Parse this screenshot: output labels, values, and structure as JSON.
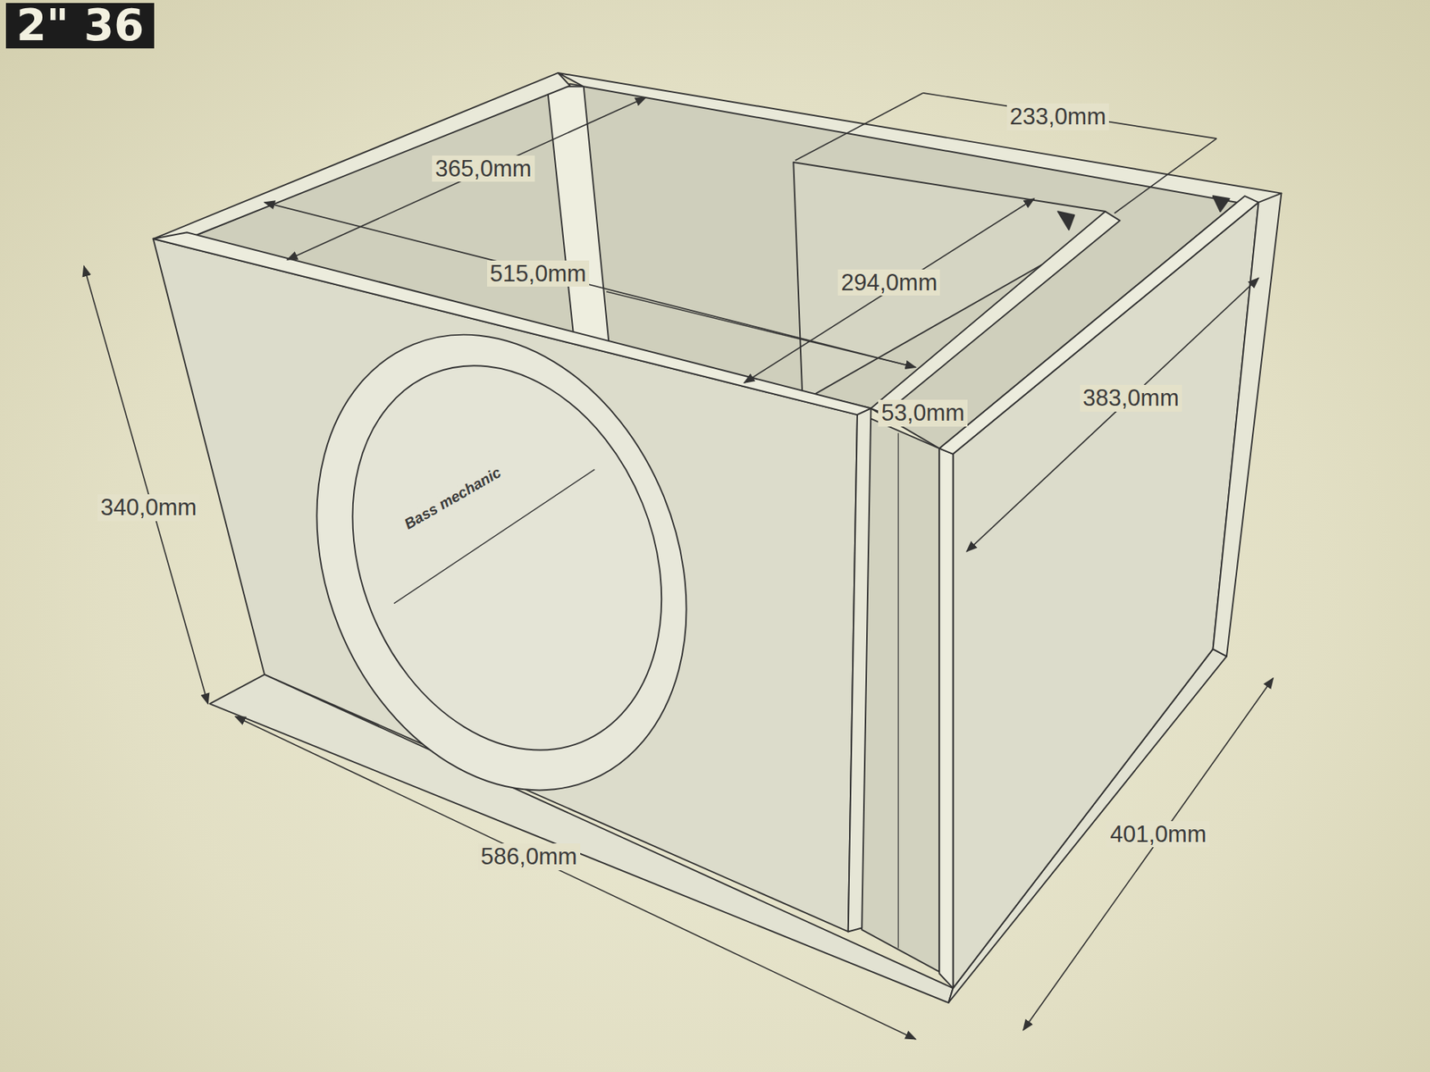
{
  "diagram": {
    "title": "2\" 36",
    "labels": [
      "233,0mm",
      "365,0mm",
      "515,0mm",
      "294,0mm",
      "383,0mm",
      "53,0mm",
      "Bass mechanic",
      "340,0mm",
      "401,0mm",
      "586,0mm"
    ]
  }
}
